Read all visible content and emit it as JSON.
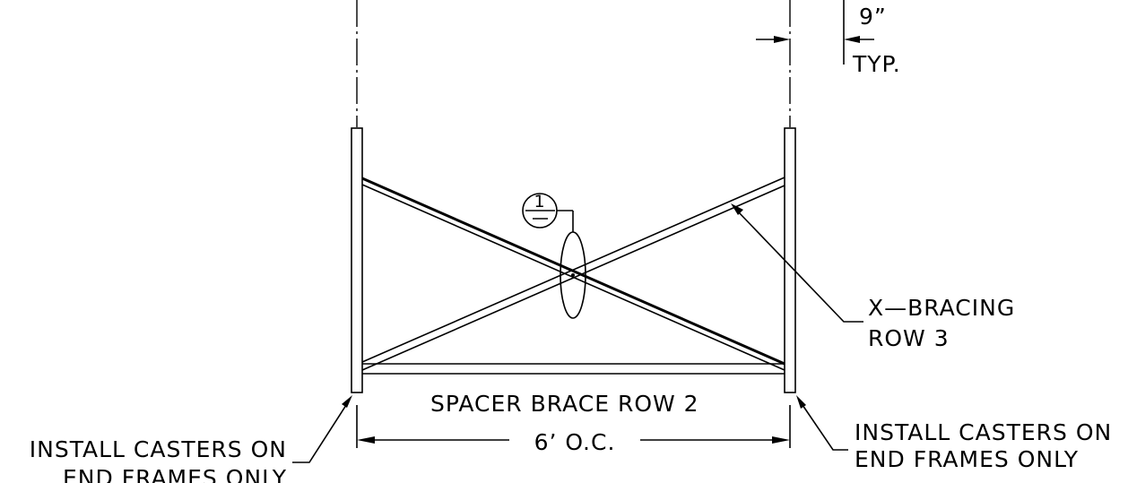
{
  "dimension_top": {
    "value": "9”",
    "note": "TYP."
  },
  "labels": {
    "x_bracing_line1": "X—BRACING",
    "x_bracing_line2": "ROW 3",
    "spacer_brace": "SPACER BRACE ROW 2",
    "spacing_dimension": "6’ O.C.",
    "casters_left_line1": "INSTALL CASTERS ON",
    "casters_left_line2": "END FRAMES ONLY",
    "casters_right_line1": "INSTALL CASTERS ON",
    "casters_right_line2": "END FRAMES ONLY"
  },
  "detail_callout": {
    "number": "1"
  }
}
